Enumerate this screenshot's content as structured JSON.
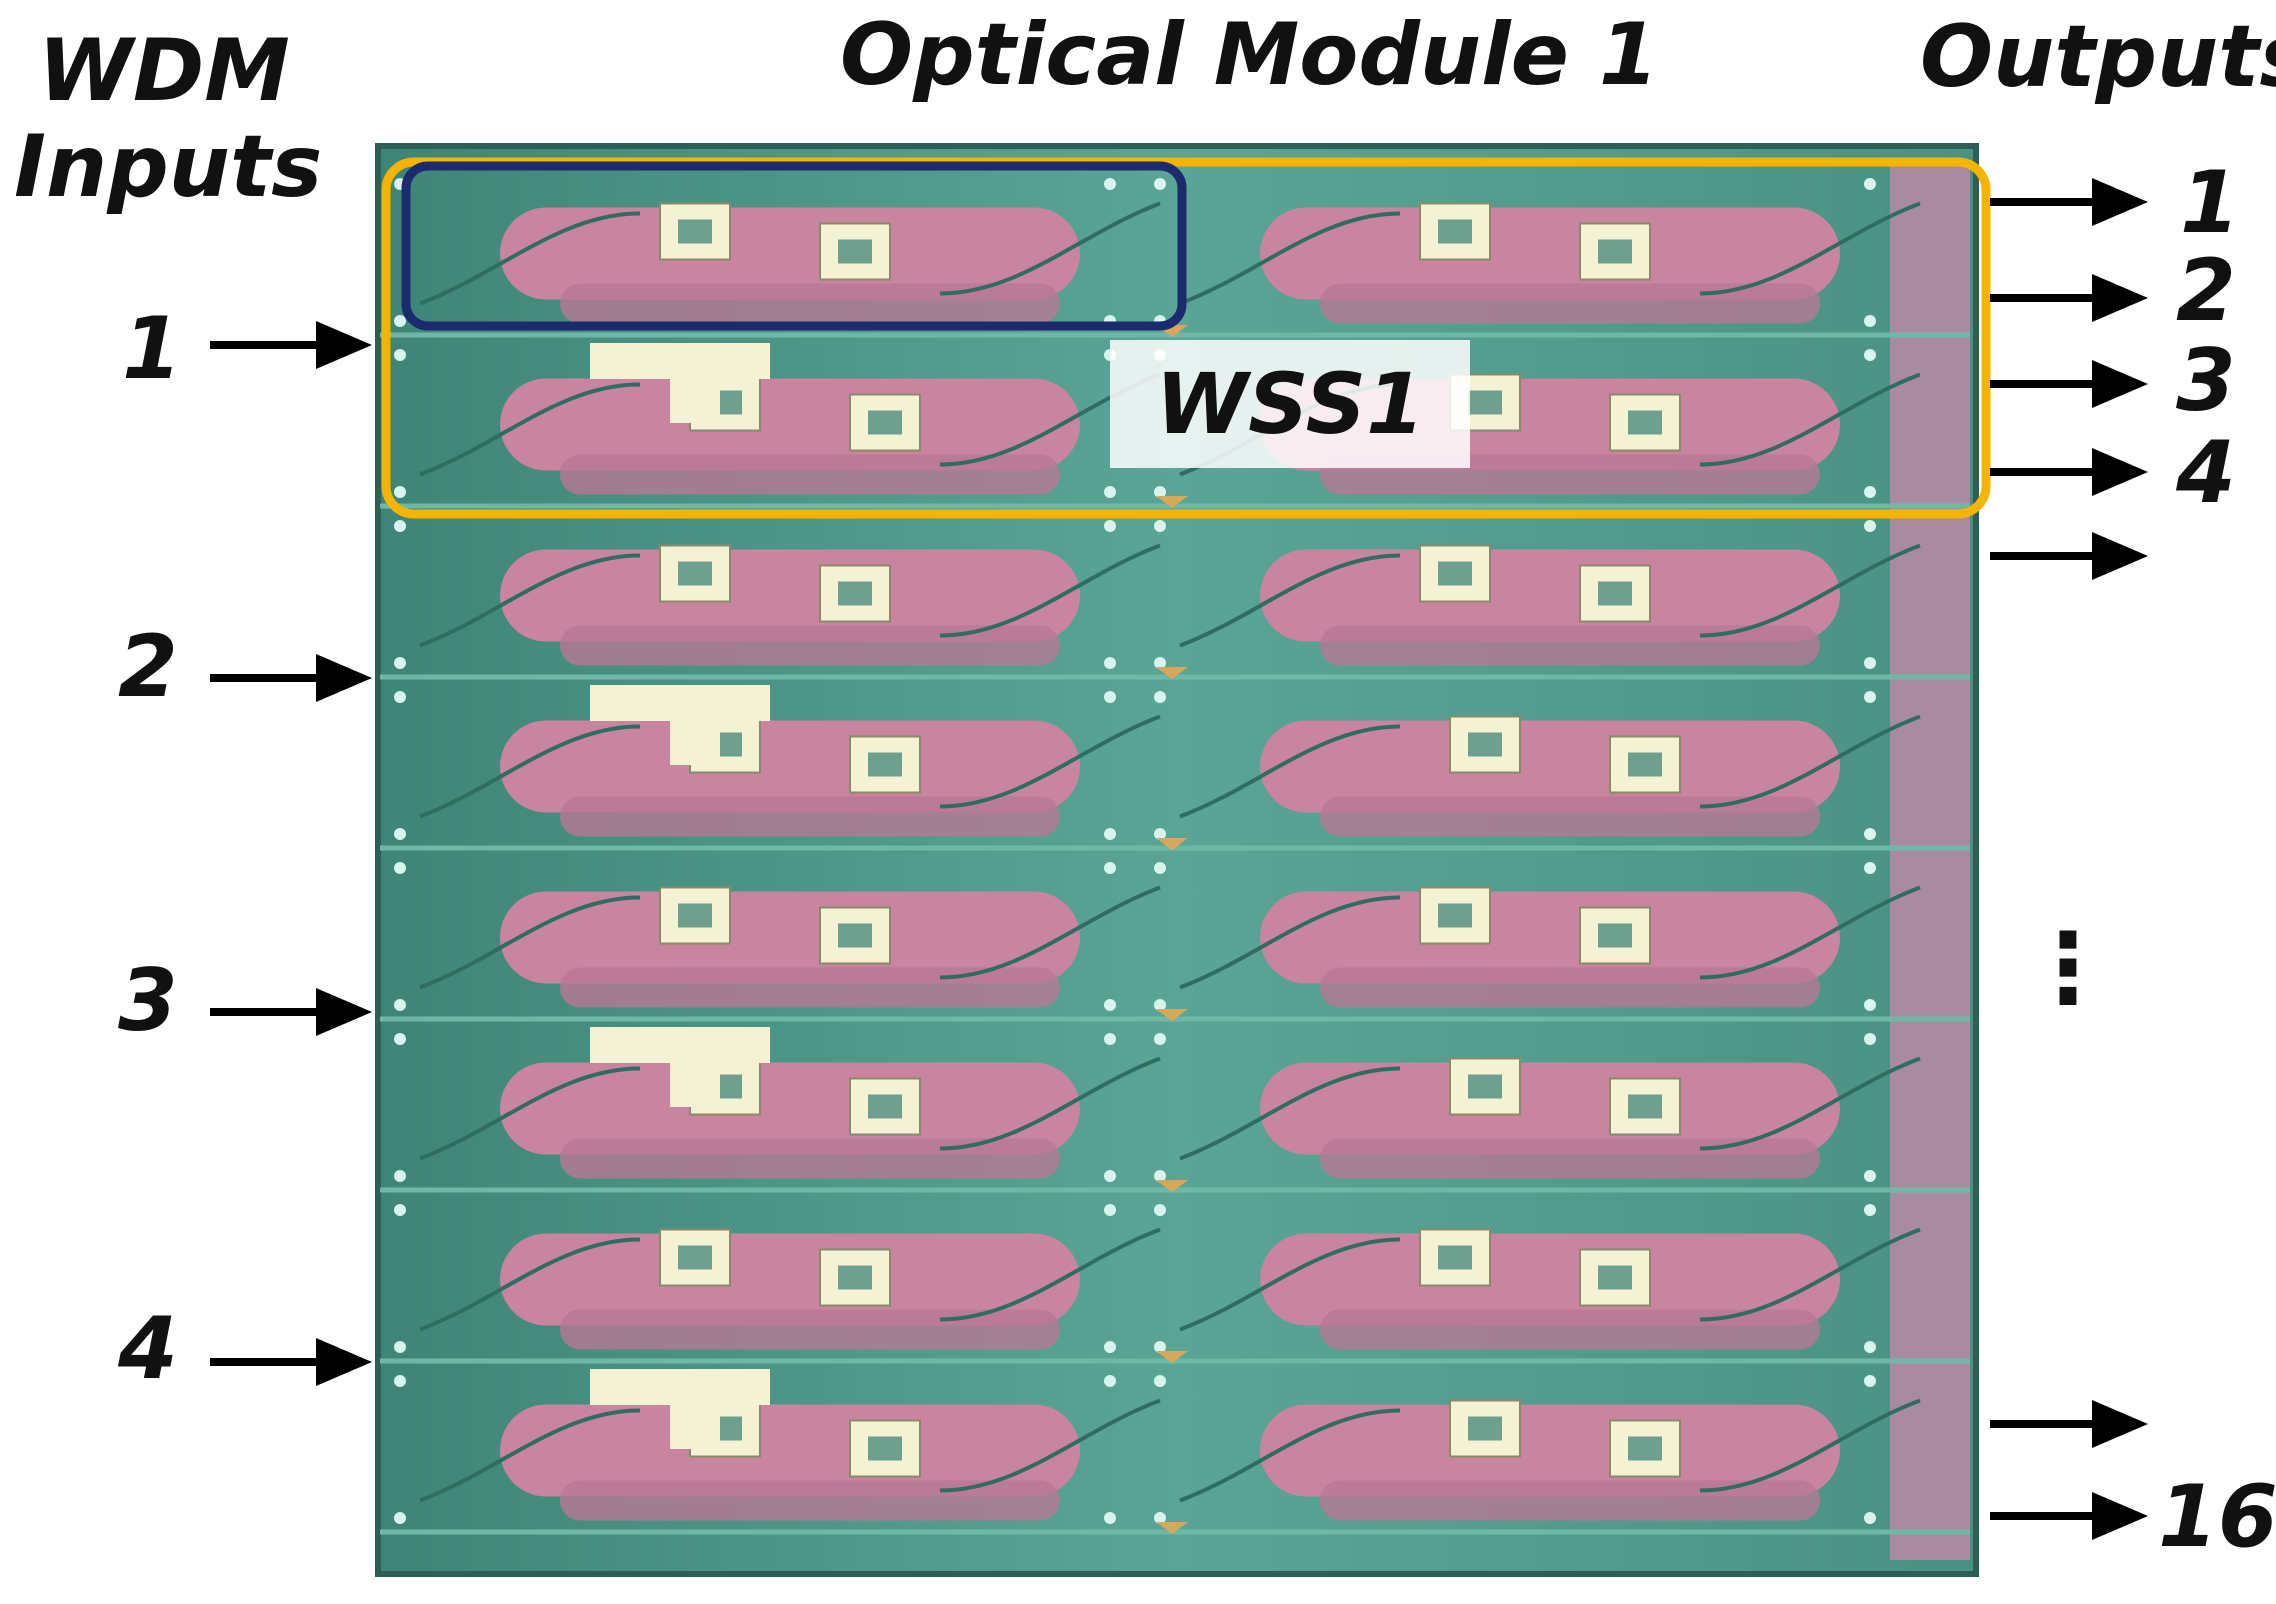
{
  "header": {
    "inputs_title_line1": "WDM",
    "inputs_title_line2": "Inputs",
    "module_title": "Optical Module 1",
    "outputs_title": "Outputs"
  },
  "inputs": [
    "1",
    "2",
    "3",
    "4"
  ],
  "outputs": [
    "1",
    "2",
    "3",
    "4",
    "",
    "16"
  ],
  "output_ellipsis": "⋮",
  "wss_label": "WSS1",
  "colors": {
    "chip_background": "#4e9a8c",
    "pink_pad": "#c9849f",
    "contact_pad": "#f4f2d4",
    "wss_highlight": "#f5b400",
    "block_highlight": "#1c2a6e",
    "arrow": "#000000"
  }
}
